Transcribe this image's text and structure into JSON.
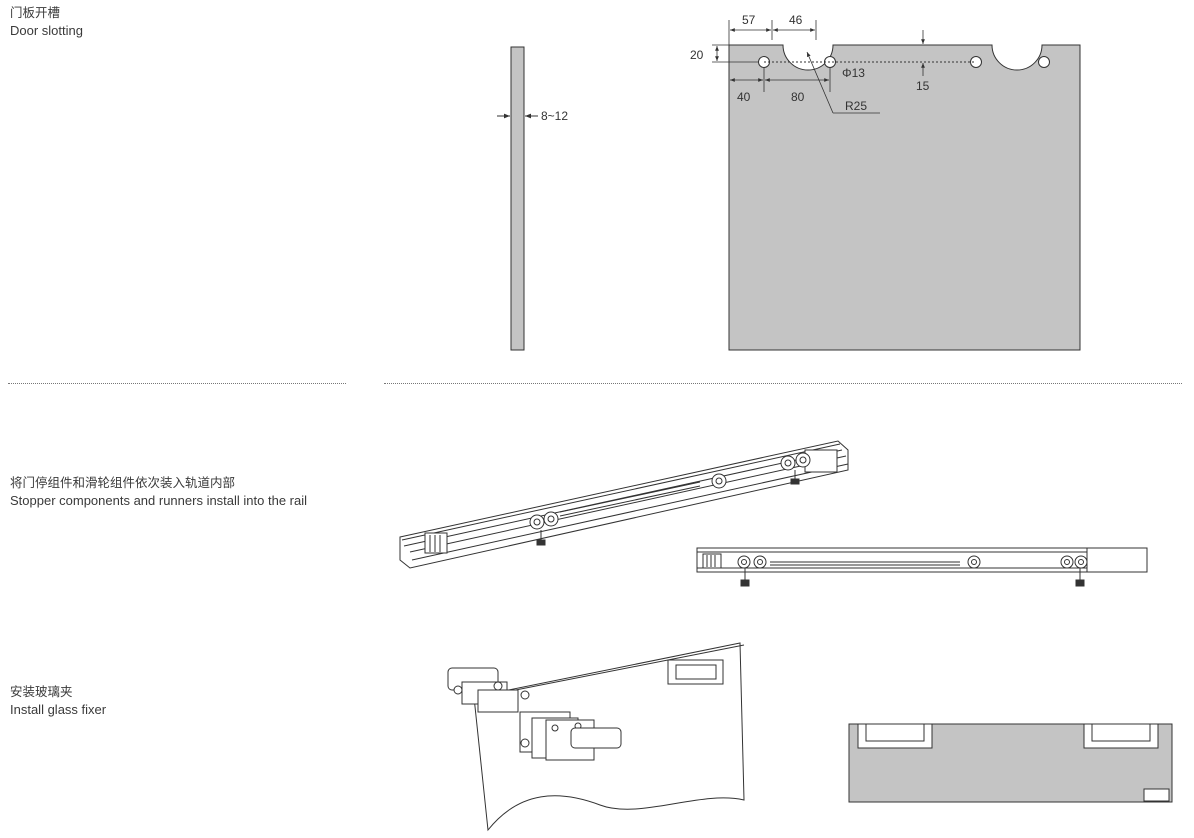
{
  "sections": [
    {
      "zh": "门板开槽",
      "en": "Door slotting"
    },
    {
      "zh": "将门停组件和滑轮组件依次装入轨道内部",
      "en": "Stopper components and runners install into the rail"
    },
    {
      "zh": "安装玻璃夹",
      "en": "Install glass fixer"
    }
  ],
  "dimensions": {
    "thickness": "8~12",
    "d57": "57",
    "d46": "46",
    "d20": "20",
    "phi13": "Φ13",
    "d15": "15",
    "d40": "40",
    "d80": "80",
    "r25": "R25"
  },
  "colors": {
    "panel": "#c4c4c4",
    "line": "#333333"
  }
}
